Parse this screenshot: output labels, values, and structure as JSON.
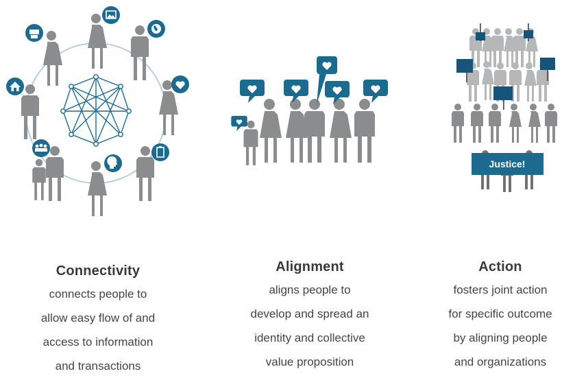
{
  "colors": {
    "accent": "#1d6a8f",
    "person": "#8a8c8e",
    "text": "#3a3a3a"
  },
  "panels": [
    {
      "title": "Connectivity",
      "lines": [
        "connects people to",
        "allow easy flow of and",
        "access to information",
        "and transactions"
      ],
      "icons": [
        "printer-icon",
        "picture-icon",
        "globe-icon",
        "heart-icon",
        "home-icon",
        "group-icon",
        "head-icon",
        "clipboard-icon"
      ]
    },
    {
      "title": "Alignment",
      "lines": [
        "aligns people to",
        "develop and spread an",
        "identity and collective",
        "value proposition"
      ],
      "icons": [
        "heart-icon"
      ]
    },
    {
      "title": "Action",
      "lines": [
        "fosters joint action",
        "for specific outcome",
        "by aligning people",
        "and organizations"
      ],
      "banner": "Justice!"
    }
  ]
}
